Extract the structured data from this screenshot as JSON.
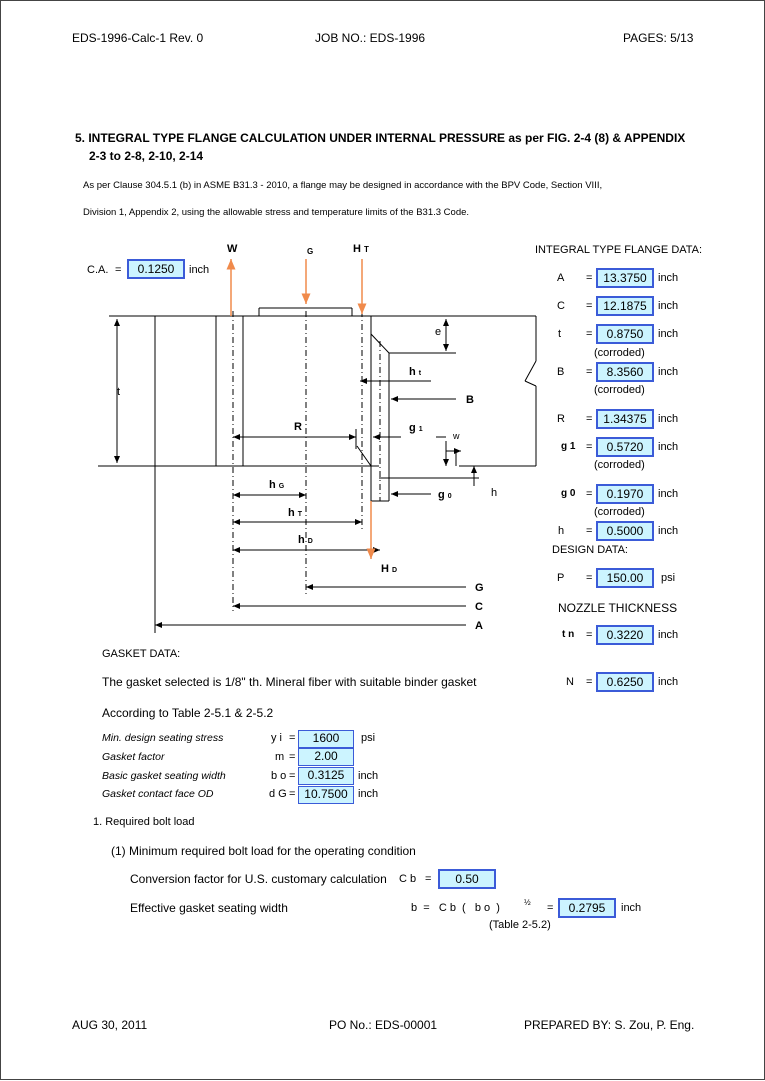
{
  "header": {
    "doc_id": "EDS-1996-Calc-1 Rev. 0",
    "job_no": "JOB NO.: EDS-1996",
    "pages": "PAGES: 5/13"
  },
  "section": {
    "title_line1": "5.  INTEGRAL TYPE FLANGE CALCULATION UNDER INTERNAL PRESSURE as per FIG. 2-4 (8) & APPENDIX",
    "title_line2": "2-3 to 2-8, 2-10, 2-14",
    "intro_line1": "As per Clause 304.5.1 (b) in ASME B31.3 - 2010, a flange may be designed in accordance with the BPV Code, Section VIII,",
    "intro_line2": "Division 1, Appendix 2, using the allowable stress and temperature limits of the B31.3 Code."
  },
  "diagram": {
    "W": "W",
    "G": "G",
    "HT": "H",
    "HT_sub": "T",
    "e": "e",
    "hT_small": "h",
    "hT_small_sub": "t",
    "B": "B",
    "t": "t",
    "R": "R",
    "g1": "g",
    "g1_sub": "1",
    "w": "w",
    "hG": "h",
    "hG_sub": "G",
    "g0": "g",
    "g0_sub": "0",
    "h": "h",
    "hT2": "h",
    "hT2_sub": "T",
    "hD": "h",
    "hD_sub": "D",
    "HD": "H",
    "HD_sub": "D",
    "G2": "G",
    "C": "C",
    "A": "A"
  },
  "ca": {
    "label": "C.A.",
    "eq": "=",
    "value": "0.1250",
    "unit": "inch"
  },
  "flange_data": {
    "title": "INTEGRAL TYPE FLANGE DATA:",
    "rows": [
      {
        "sym": "A",
        "value": "13.3750",
        "unit": "inch",
        "note": ""
      },
      {
        "sym": "C",
        "value": "12.1875",
        "unit": "inch",
        "note": ""
      },
      {
        "sym": "t",
        "value": "0.8750",
        "unit": "inch",
        "note": "(corroded)"
      },
      {
        "sym": "B",
        "value": "8.3560",
        "unit": "inch",
        "note": "(corroded)"
      },
      {
        "sym": "R",
        "value": "1.34375",
        "unit": "inch",
        "note": ""
      },
      {
        "sym": "g 1",
        "value": "0.5720",
        "unit": "inch",
        "note": "(corroded)"
      },
      {
        "sym": "g 0",
        "value": "0.1970",
        "unit": "inch",
        "note": "(corroded)"
      },
      {
        "sym": "h",
        "value": "0.5000",
        "unit": "inch",
        "note": ""
      }
    ],
    "design_title": "DESIGN DATA:",
    "P": {
      "sym": "P",
      "value": "150.00",
      "unit": "psi"
    },
    "nozzle_title": "NOZZLE THICKNESS",
    "tn": {
      "sym": "t n",
      "value": "0.3220",
      "unit": "inch"
    },
    "N": {
      "sym": "N",
      "value": "0.6250",
      "unit": "inch"
    }
  },
  "gasket": {
    "title": "GASKET DATA:",
    "selected": "The gasket selected is 1/8\" th. Mineral fiber with suitable binder gasket",
    "according": "According to Table 2-5.1 & 2-5.2",
    "rows": [
      {
        "label": "Min. design seating stress",
        "sym": "y i",
        "value": "1600",
        "unit": "psi"
      },
      {
        "label": "Gasket factor",
        "sym": "m",
        "value": "2.00",
        "unit": ""
      },
      {
        "label": "Basic gasket seating width",
        "sym": "b o",
        "value": "0.3125",
        "unit": "inch"
      },
      {
        "label": "Gasket contact face OD",
        "sym": "d G",
        "value": "10.7500",
        "unit": "inch"
      }
    ]
  },
  "bolt": {
    "item1": "1. Required bolt load",
    "sub1": "(1) Minimum required bolt load for the operating condition",
    "conv_label": "Conversion factor for U.S. customary calculation",
    "conv_sym": "C b",
    "conv_value": "0.50",
    "eff_label": "Effective gasket seating width",
    "eff_formula": "b  =   C b  (   b o  )",
    "eff_exp": "½",
    "eff_value": "0.2795",
    "eff_unit": "inch",
    "eff_ref": "(Table 2-5.2)"
  },
  "footer": {
    "date": "AUG 30, 2011",
    "po": "PO No.: EDS-00001",
    "prepared": "PREPARED BY: S. Zou, P. Eng."
  },
  "colors": {
    "box_border": "#3b5bd8",
    "box_fill": "#ccf4ff",
    "arrow_orange": "#f08a4b"
  }
}
